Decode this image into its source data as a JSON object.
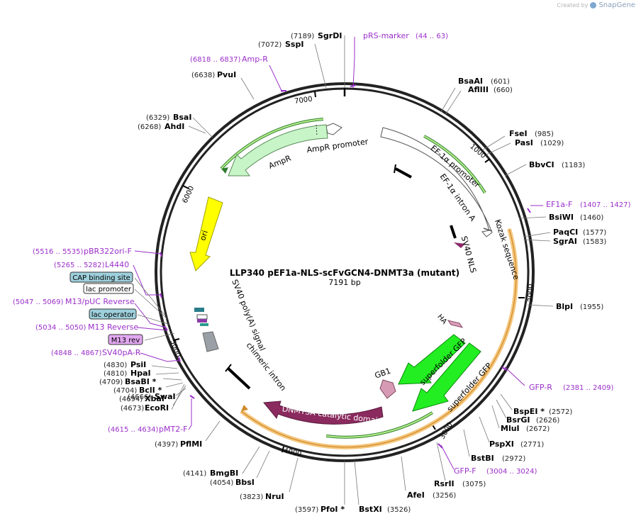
{
  "credit": {
    "prefix": "Created by",
    "brand": "SnapGene"
  },
  "plasmid": {
    "name": "LLP340 pEF1a-NLS-scFvGCN4-DNMT3a (mutant)",
    "length_label": "7191 bp"
  },
  "ticks": [
    "1000",
    "2000",
    "3000",
    "4000",
    "5000",
    "6000",
    "7000"
  ],
  "enzymes_right": [
    {
      "name": "BsaAI",
      "pos": "(601)"
    },
    {
      "name": "AflIII",
      "pos": "(660)"
    },
    {
      "name": "FseI",
      "pos": "(985)"
    },
    {
      "name": "PasI",
      "pos": "(1029)"
    },
    {
      "name": "BbvCI",
      "pos": "(1183)"
    },
    {
      "name": "BsiWI",
      "pos": "(1460)"
    },
    {
      "name": "PaqCI",
      "pos": "(1577)"
    },
    {
      "name": "SgrAI",
      "pos": "(1583)"
    },
    {
      "name": "BlpI",
      "pos": "(1955)"
    },
    {
      "name": "BspEI *",
      "pos": "(2572)"
    },
    {
      "name": "BsrGI",
      "pos": "(2626)"
    },
    {
      "name": "MluI",
      "pos": "(2672)"
    },
    {
      "name": "PspXI",
      "pos": "(2771)"
    },
    {
      "name": "BstBI",
      "pos": "(2972)"
    },
    {
      "name": "RsrII",
      "pos": "(3075)"
    },
    {
      "name": "AfeI",
      "pos": "(3256)"
    }
  ],
  "enzymes_bottom": [
    {
      "name": "BstXI",
      "pos": "(3526)"
    },
    {
      "name": "PfoI *",
      "pos": "(3597)"
    },
    {
      "name": "NruI",
      "pos": "(3823)"
    },
    {
      "name": "BbsI",
      "pos": "(4054)"
    },
    {
      "name": "BmgBI",
      "pos": "(4141)"
    },
    {
      "name": "PflMI",
      "pos": "(4397)"
    }
  ],
  "enzymes_left": [
    {
      "name": "SwaI",
      "pos": "(4666)"
    },
    {
      "name": "EcoRI",
      "pos": "(4673)"
    },
    {
      "name": "XbaI",
      "pos": "(4694)"
    },
    {
      "name": "BclI *",
      "pos": "(4704)"
    },
    {
      "name": "BsaBI *",
      "pos": "(4709)"
    },
    {
      "name": "HpaI",
      "pos": "(4810)"
    },
    {
      "name": "PsiI",
      "pos": "(4830)"
    },
    {
      "name": "AhdI",
      "pos": "(6268)"
    },
    {
      "name": "BsaI",
      "pos": "(6329)"
    },
    {
      "name": "PvuI",
      "pos": "(6638)"
    },
    {
      "name": "SspI",
      "pos": "(7072)"
    },
    {
      "name": "SgrDI",
      "pos": "(7189)"
    }
  ],
  "primers": [
    {
      "name": "pRS-marker",
      "range": "(44 .. 63)"
    },
    {
      "name": "Amp-R",
      "range": "(6818 .. 6837)"
    },
    {
      "name": "EF1a-F",
      "range": "(1407 .. 1427)"
    },
    {
      "name": "GFP-R",
      "range": "(2381 .. 2409)"
    },
    {
      "name": "GFP-F",
      "range": "(3004 .. 3024)"
    },
    {
      "name": "pBR322ori-F",
      "range": "(5516 .. 5535)"
    },
    {
      "name": "L4440",
      "range": "(5265 .. 5282)"
    },
    {
      "name": "M13/pUC Reverse",
      "range": "(5047 .. 5069)"
    },
    {
      "name": "M13 Reverse",
      "range": "(5034 .. 5050)"
    },
    {
      "name": "SV40pA-R",
      "range": "(4848 .. 4867)"
    },
    {
      "name": "pMT2-F",
      "range": "(4615 .. 4634)"
    }
  ],
  "boxed_features": [
    {
      "name": "CAP binding site",
      "color": "#9ed0dc"
    },
    {
      "name": "lac promoter",
      "color": "#ffffff"
    },
    {
      "name": "lac operator",
      "color": "#9ed0dc"
    },
    {
      "name": "M13 rev",
      "color": "#e2a8f0"
    }
  ],
  "features": [
    {
      "name": "AmpR promoter",
      "color": "#ffffff"
    },
    {
      "name": "AmpR",
      "color": "#c8f5c8"
    },
    {
      "name": "ori",
      "color": "#ffff00"
    },
    {
      "name": "EF-1α promoter",
      "color": "#ffffff"
    },
    {
      "name": "EF-1α intron A",
      "color": "#000000"
    },
    {
      "name": "Kozak sequence",
      "color": "#ffffff"
    },
    {
      "name": "SV40 NLS",
      "color": "#8b2a6a"
    },
    {
      "name": "SV40 poly(A) signal",
      "color": "#9aa0a6"
    },
    {
      "name": "chimeric intron",
      "color": "#000000"
    },
    {
      "name": "HA",
      "color": "#d7a0b8"
    },
    {
      "name": "superfolder GFP",
      "color": "#22ee22"
    },
    {
      "name": "superfolder GFP",
      "color": "#22ee22"
    },
    {
      "name": "GB1",
      "color": "#d79ab4"
    },
    {
      "name": "DNMT3A catalytic domain",
      "color": "#8b2a5e"
    }
  ],
  "colors": {
    "primer": "#9b2fc9",
    "backbone": "#222222",
    "orf_highlight": "#f5c77e"
  }
}
